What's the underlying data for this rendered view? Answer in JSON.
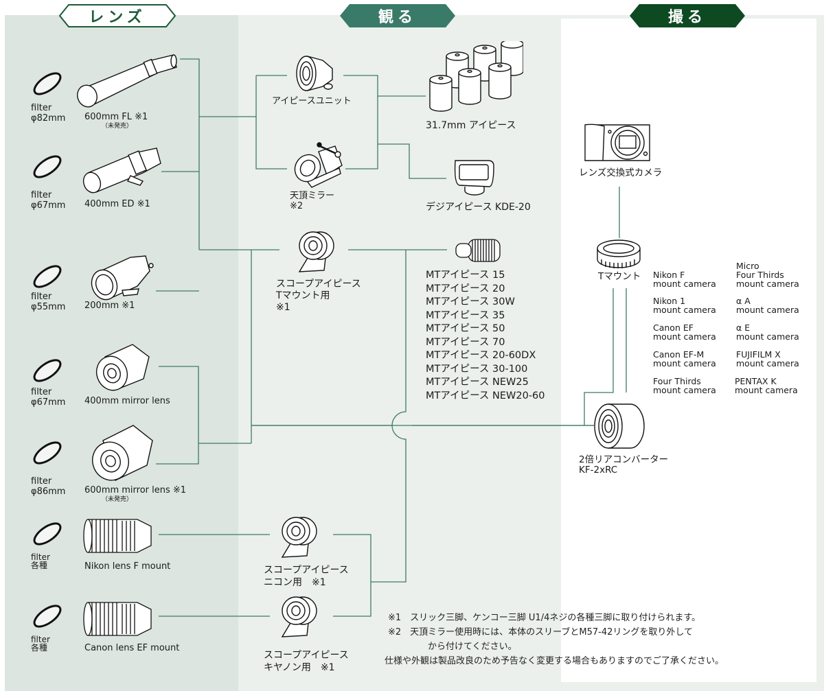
{
  "colors": {
    "lens_panel": "#dce5df",
    "view_panel": "#ebf0ec",
    "line": "#3f7a63",
    "view_header": "#3a7a68",
    "shoot_header": "#0d4a22",
    "lens_header_border": "#1d5a36"
  },
  "headers": {
    "lens": "レンズ",
    "view": "観る",
    "shoot": "撮る"
  },
  "lenses": [
    {
      "filter_label": "filter",
      "filter_size": "φ82mm",
      "name": "600mm FL ※1",
      "note": "（未発売）",
      "icon": "telephoto-lens-icon"
    },
    {
      "filter_label": "filter",
      "filter_size": "φ67mm",
      "name": "400mm ED ※1",
      "note": "",
      "icon": "telephoto-lens-icon"
    },
    {
      "filter_label": "filter",
      "filter_size": "φ55mm",
      "name": "200mm ※1",
      "note": "",
      "icon": "telephoto-lens-icon"
    },
    {
      "filter_label": "filter",
      "filter_size": "φ67mm",
      "name": "400mm mirror lens",
      "note": "",
      "icon": "mirror-lens-icon"
    },
    {
      "filter_label": "filter",
      "filter_size": "φ86mm",
      "name": "600mm mirror lens ※1",
      "note": "（未発売）",
      "icon": "mirror-lens-icon"
    },
    {
      "filter_label": "filter",
      "filter_size": "各種",
      "name": "Nikon lens F mount",
      "note": "",
      "icon": "zoom-lens-icon"
    },
    {
      "filter_label": "filter",
      "filter_size": "各種",
      "name": "Canon lens EF mount",
      "note": "",
      "icon": "zoom-lens-icon"
    }
  ],
  "view": {
    "eyepiece_unit": "アイピースユニット",
    "zenith_mirror": [
      "天頂ミラー",
      "※2"
    ],
    "eyepiece_317": "31.7mm アイピース",
    "digi_eyepiece": "デジアイピース KDE-20",
    "scope_t": [
      "スコープアイピース",
      "Tマウント用",
      "※1"
    ],
    "scope_nikon": [
      "スコープアイピース",
      "ニコン用　※1"
    ],
    "scope_canon": [
      "スコープアイピース",
      "キヤノン用　※1"
    ],
    "mt_eyepieces": [
      "MTアイピース 15",
      "MTアイピース 20",
      "MTアイピース 30W",
      "MTアイピース 35",
      "MTアイピース 50",
      "MTアイピース 70",
      "MTアイピース 20-60DX",
      "MTアイピース 30-100",
      "MTアイピース NEW25",
      "MTアイピース NEW20-60"
    ]
  },
  "shoot": {
    "camera": "レンズ交換式カメラ",
    "tmount": "Tマウント",
    "converter": [
      "2倍リアコンバーター",
      "KF-2xRC"
    ],
    "mounts": [
      [
        "Nikon F",
        "mount camera"
      ],
      [
        "Micro",
        "Four Thirds",
        "mount camera"
      ],
      [
        "Nikon 1",
        "mount camera"
      ],
      [
        "α A",
        "mount camera"
      ],
      [
        "Canon EF",
        "mount camera"
      ],
      [
        "α E",
        "mount camera"
      ],
      [
        "Canon EF-M",
        "mount camera"
      ],
      [
        "FUJIFILM X",
        "mount camera"
      ],
      [
        "Four Thirds",
        "mount camera"
      ],
      [
        "PENTAX K",
        "mount camera"
      ]
    ]
  },
  "notes": [
    "※1　スリック三脚、ケンコー三脚 U1/4ネジの各種三脚に取り付けられます。",
    "※2　天頂ミラー使用時には、本体のスリーブとM57-42リングを取り外して",
    "から付けてください。",
    "仕様や外観は製品改良のため予告なく変更する場合もありますのでご了承ください。"
  ]
}
